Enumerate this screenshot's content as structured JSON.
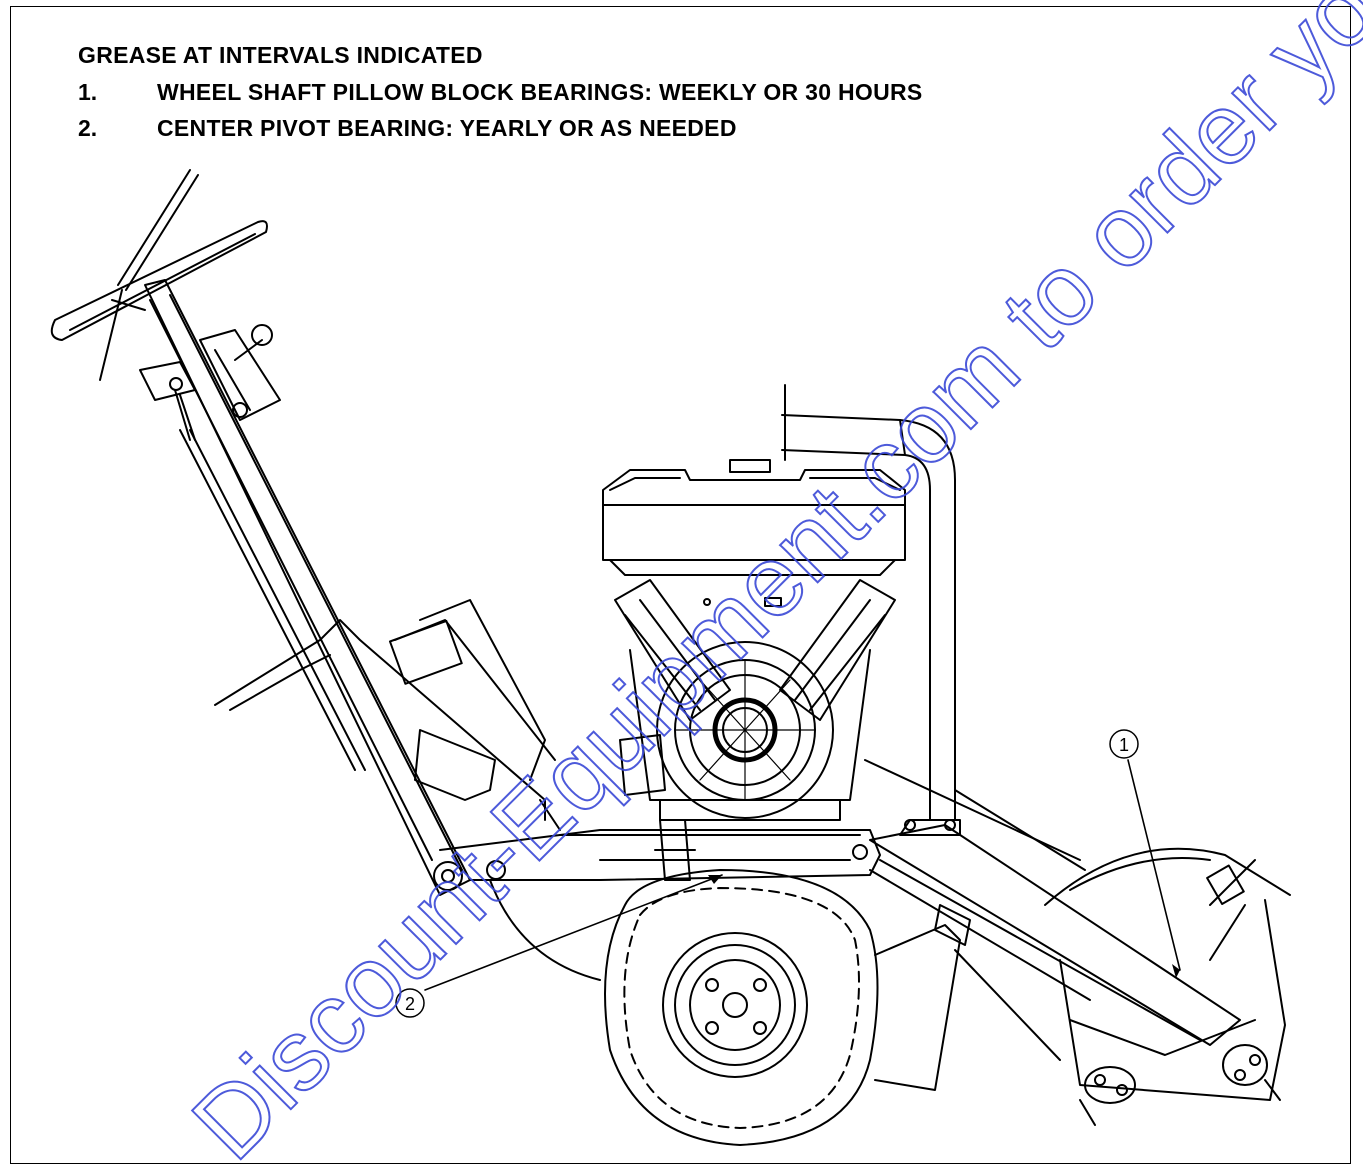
{
  "header": {
    "title": "GREASE AT INTERVALS INDICATED",
    "items": [
      {
        "num": "1.",
        "text": "WHEEL SHAFT PILLOW BLOCK BEARINGS: WEEKLY OR 30 HOURS"
      },
      {
        "num": "2.",
        "text": "CENTER PIVOT BEARING: YEARLY OR AS NEEDED"
      }
    ]
  },
  "callouts": [
    {
      "label": "1"
    },
    {
      "label": "2"
    }
  ],
  "watermark": {
    "text": "Discount-Equipment.com to order your parts",
    "color": "#3a49d6"
  }
}
